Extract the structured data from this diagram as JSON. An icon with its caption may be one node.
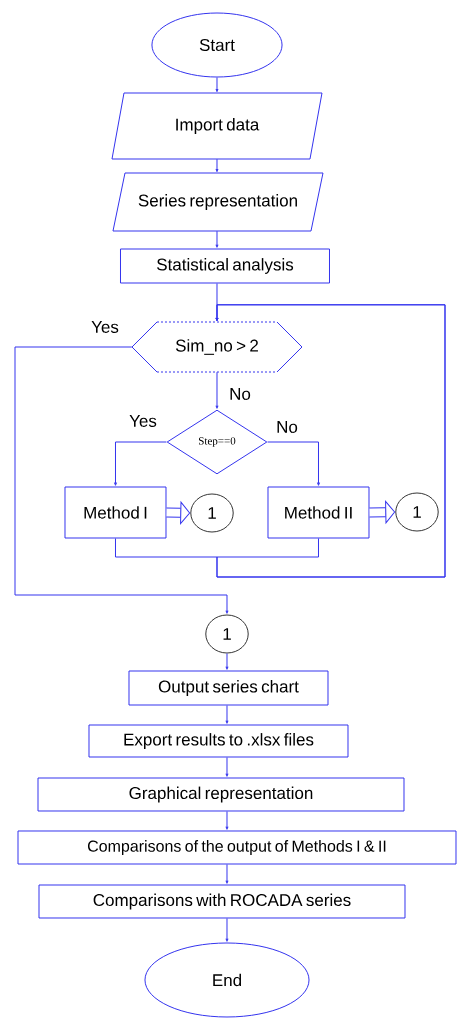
{
  "diagram": {
    "nodes": [
      {
        "text": [
          "Start"
        ]
      },
      {
        "text": [
          "Import data"
        ]
      },
      {
        "text": [
          "Series representation"
        ]
      },
      {
        "text": [
          "Statistical analysis"
        ]
      },
      {
        "text": [
          "Sim_no > 2"
        ]
      },
      {
        "text": [
          "Step==0"
        ]
      },
      {
        "text": [
          "Method I"
        ]
      },
      {
        "text": [
          "1"
        ]
      },
      {
        "text": [
          "Method II"
        ]
      },
      {
        "text": [
          "1"
        ]
      },
      {
        "text": [
          "1"
        ]
      },
      {
        "text": [
          "Output series chart"
        ]
      },
      {
        "text": [
          "Export results to .xlsx files"
        ]
      },
      {
        "text": [
          "Graphical representation"
        ]
      },
      {
        "text": [
          "Comparisons of the output of Methods I & II"
        ]
      },
      {
        "text": [
          "Comparisons with ROCADA series"
        ]
      },
      {
        "text": [
          "End"
        ]
      }
    ],
    "edges": [
      {
        "from": 0,
        "to": 1,
        "arrow": "to"
      },
      {
        "from": 1,
        "to": 2,
        "arrow": "to"
      },
      {
        "from": 2,
        "to": 3,
        "arrow": "to"
      },
      {
        "from": 3,
        "to": 4,
        "arrow": "to"
      },
      {
        "from": 4,
        "to": 5,
        "arrow": "to",
        "label": "No"
      },
      {
        "from": 4,
        "to": 10,
        "arrow": "to",
        "label": "Yes"
      },
      {
        "from": 5,
        "to": 6,
        "arrow": "to",
        "label": "Yes"
      },
      {
        "from": 5,
        "to": 8,
        "arrow": "to",
        "label": "No"
      },
      {
        "from": 6,
        "to": 7,
        "arrow": "to",
        "style": "thick"
      },
      {
        "from": 8,
        "to": 9,
        "arrow": "to",
        "style": "thick"
      },
      {
        "from": 6,
        "to": 4,
        "arrow": "to"
      },
      {
        "from": 8,
        "to": 4,
        "arrow": "to"
      },
      {
        "from": 10,
        "to": 11,
        "arrow": "to"
      },
      {
        "from": 11,
        "to": 12,
        "arrow": "to"
      },
      {
        "from": 12,
        "to": 13,
        "arrow": "to"
      },
      {
        "from": 13,
        "to": 14,
        "arrow": "to"
      },
      {
        "from": 14,
        "to": 15,
        "arrow": "to"
      },
      {
        "from": 15,
        "to": 16,
        "arrow": "to"
      }
    ]
  }
}
